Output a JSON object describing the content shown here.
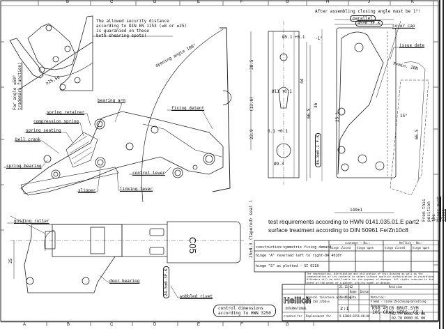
{
  "drawing": {
    "frame_columns_top": [
      "A",
      "B",
      "C",
      "D",
      "E",
      "F",
      "G",
      "H",
      "J",
      "K"
    ],
    "frame_columns_bottom": [
      "A",
      "B",
      "C",
      "D",
      "E",
      "F",
      "G",
      "H"
    ],
    "frame_rows_right": [
      "1",
      "2",
      "3",
      "4",
      "5",
      "6",
      "7",
      "8"
    ],
    "security_note": [
      "The allowed security distance",
      "according to DIN  EN 1153 (≤8 or ≥25)",
      "is guaranied on these",
      "both shearing spots!"
    ],
    "angle_note": [
      "For angle ≤50°",
      "trademark function!"
    ],
    "small_dim": "≥25,50",
    "opening_angle": "opening angle 100°",
    "labels": {
      "bearing_arm": "bearing arm",
      "fixing detent": "fixing detent",
      "spring_retainer": "spring retainer",
      "compression_spring": "compression spring",
      "spring_seating": "spring seating",
      "bell_crank": "bell crank",
      "spring_bearing": "spring bearing",
      "slipper": "slipper",
      "linking_lever": "linking lever",
      "control_lever": "control lever",
      "guiding_roller": "guiding roller",
      "door_bearing": "door bearing",
      "wobbled_rivet": "wobbled rivet",
      "cover_cap": "cover cap",
      "issue_date": "issue date",
      "fixing_detent": "fixing detent"
    },
    "dims": {
      "d5_1": "Ø5.1 +0.1",
      "d11": "Ø11 +0.1",
      "d9_3": "Ø9.3",
      "d38_5": "38.5",
      "d13_6": "(13.6)",
      "d23_9": "23.9",
      "d44": "44",
      "d66_5": "66.5",
      "d6_1": "6.1 +0.1",
      "d36": "36",
      "d25_1": "25.1",
      "d35_8": "35.8±0.1 F.K",
      "d45": "45±0.3F.K",
      "parallel": "parallel",
      "minus1": "-1°",
      "fmin": "F=min. 20N",
      "d15": "15°",
      "d66_5b": "66.5",
      "d149": "149±1",
      "d25": "25",
      "d24_5": "24.5±0.3F.K",
      "d25_tapered": "25±0.3 (tapered) seal l",
      "c05": "C05"
    },
    "closing_note": "After assembling closing angle must be 1°!",
    "position_note": [
      "From this position the",
      "hinge must close selfacting!"
    ],
    "test_requirements": "test requirements according to HWN 0141.035.01.E part2",
    "surface_treatment": "surface treatment according to DIN 50961 Fe/Zn10c8",
    "control_dimensions": [
      "control dimensions",
      "according to HWN 3250"
    ],
    "hinge_table": {
      "header_left": "construction:symmetric fixing demand",
      "customer": "customer - No.:",
      "hellich": "Hellich - No.:",
      "sub": [
        "hinge closed",
        "hinge open",
        "hinge closed",
        "hinge open"
      ],
      "rows": [
        "hinge \"A\" reversed left to right-DR 4010Y",
        "hinge \"S\" as plotted - SI 0218"
      ]
    },
    "copyright_note": "The reproduction, distribution and utilization of this drawing as well as the communication of its contents to others without explicit authorization is prohibited. Offenders will be held liable for the payment of damages. All rights reserved in the event of the grant of a patent, utility model or design.",
    "title_block": {
      "company": "Hellich",
      "company_sub": "INTERNATIONAL",
      "revision_header": "Revision",
      "material_label": "Material:",
      "material": "Fremd - siehe Zeichnungsanleitung",
      "designation_label": "Benennung:",
      "title_line1": "K98 45CR BRUT.SYM",
      "title_line2": "105 GRAD-VERS.  C5.1",
      "scale": "2:1",
      "drawing_no": "9-03060-0256-00-00",
      "part_numbers": [
        "02.77 0000 01 00",
        "02.78 0000 01 00"
      ],
      "date1": "21.11.02",
      "date2": "21.11.02",
      "name_header": "Name",
      "date_header": "Datum",
      "norm": "DIN ISO 2768-m",
      "dev_label": "General tolerance according to",
      "replacement": "Replacement for",
      "created_for": "created for"
    }
  }
}
